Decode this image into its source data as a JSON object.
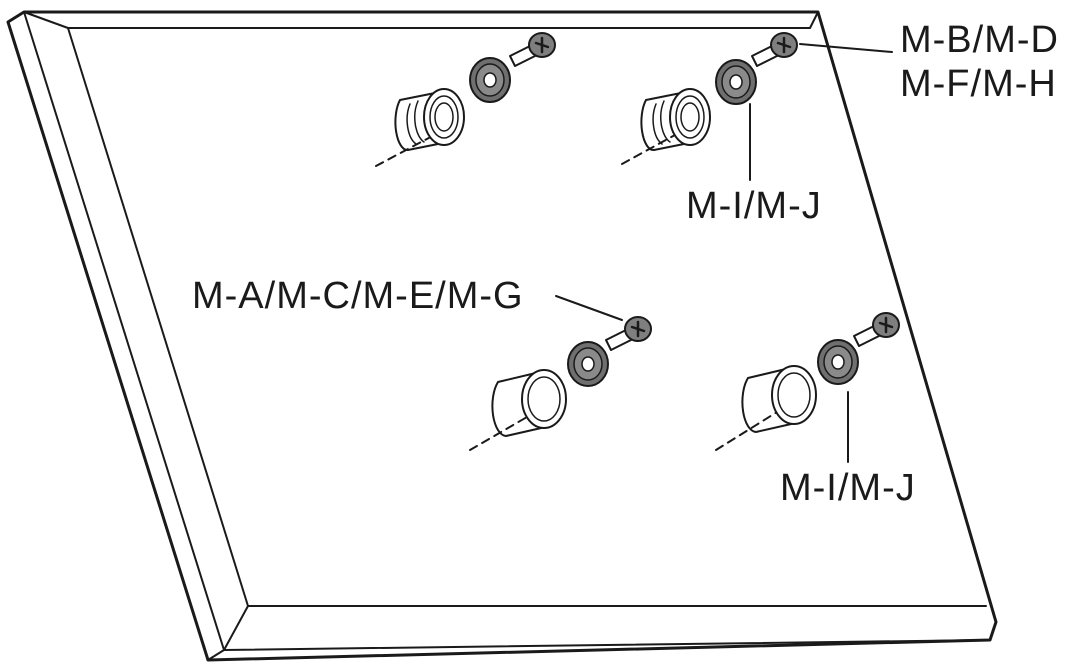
{
  "labels": {
    "top_right_1": "M-B/M-D",
    "top_right_2": "M-F/M-H",
    "washer_top": "M-I/M-J",
    "screw_middle": "M-A/M-C/M-E/M-G",
    "washer_bottom": "M-I/M-J"
  }
}
